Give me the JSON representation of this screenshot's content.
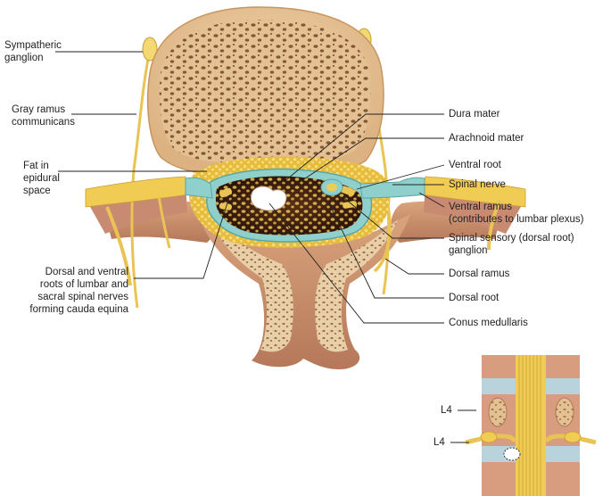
{
  "left_labels": {
    "sympathetic_ganglion": [
      "Sympatheric",
      "ganglion"
    ],
    "gray_ramus": [
      "Gray ramus",
      "communicans"
    ],
    "fat_epidural": [
      "Fat in",
      "epidural",
      "space"
    ],
    "cauda_equina": [
      "Dorsal and ventral",
      "roots of lumbar and",
      "sacral spinal nerves",
      "forming cauda equina"
    ]
  },
  "right_labels": {
    "dura_mater": "Dura mater",
    "arachnoid_mater": "Arachnoid mater",
    "ventral_root": "Ventral root",
    "spinal_nerve": "Spinal nerve",
    "ventral_ramus": [
      "Ventral ramus",
      "(contributes to lumbar plexus)"
    ],
    "spinal_sensory_ganglion": [
      "Spinal sensory (dorsal root)",
      "ganglion"
    ],
    "dorsal_ramus": "Dorsal ramus",
    "dorsal_root": "Dorsal root",
    "conus_medullaris": "Conus medullaris"
  },
  "inset_labels": {
    "level_upper": "L4",
    "level_lower": "L4"
  },
  "colors": {
    "bone": "#e8c79c",
    "bone_dark": "#c99568",
    "marrow": "#8a5a3a",
    "tissue_pink": "#c98a72",
    "nerve": "#f0cc55",
    "nerve_dark": "#d6a82e",
    "dura": "#8fd0cc",
    "fat": "#e9c143",
    "disc": "#b9d3dc",
    "canal": "#3a1e10"
  }
}
